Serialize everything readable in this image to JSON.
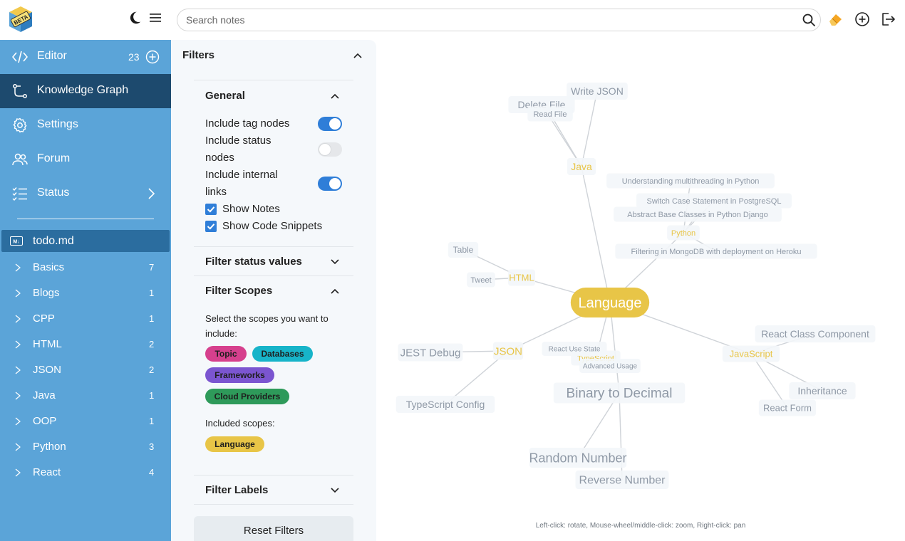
{
  "header": {
    "logo_text": "BETA",
    "search_placeholder": "Search notes"
  },
  "sidebar": {
    "nav": [
      {
        "label": "Editor",
        "count": "23"
      },
      {
        "label": "Knowledge Graph"
      },
      {
        "label": "Settings"
      },
      {
        "label": "Forum"
      },
      {
        "label": "Status"
      }
    ],
    "active_file": "todo.md",
    "folders": [
      {
        "label": "Basics",
        "count": "7"
      },
      {
        "label": "Blogs",
        "count": "1"
      },
      {
        "label": "CPP",
        "count": "1"
      },
      {
        "label": "HTML",
        "count": "2"
      },
      {
        "label": "JSON",
        "count": "2"
      },
      {
        "label": "Java",
        "count": "1"
      },
      {
        "label": "OOP",
        "count": "1"
      },
      {
        "label": "Python",
        "count": "3"
      },
      {
        "label": "React",
        "count": "4"
      }
    ]
  },
  "filters": {
    "title": "Filters",
    "general": {
      "title": "General",
      "tag_nodes": "Include tag nodes",
      "status_nodes_1": "Include status",
      "status_nodes_2": "nodes",
      "internal_links_1": "Include internal",
      "internal_links_2": "links",
      "show_notes": "Show Notes",
      "show_snippets": "Show Code Snippets"
    },
    "status_values_title": "Filter status values",
    "scopes": {
      "title": "Filter Scopes",
      "instruction": "Select the scopes you want to include:",
      "options": [
        "Topic",
        "Databases",
        "Frameworks",
        "Cloud Providers"
      ],
      "included_label": "Included scopes:",
      "included": [
        "Language"
      ]
    },
    "labels_title": "Filter Labels",
    "reset_label": "Reset Filters"
  },
  "colors": {
    "sidebar": "#5ba4d8",
    "sidebar_active": "#1d4a6e",
    "accent": "#2f7ed8",
    "pill_topic": "#d6408d",
    "pill_databases": "#17b4c9",
    "pill_frameworks": "#7b55d0",
    "pill_cloud": "#2e9a5a",
    "pill_language": "#e8c547",
    "tag_node_text": "#e8c547"
  },
  "graph": {
    "hint": "Left-click: rotate, Mouse-wheel/middle-click: zoom, Right-click: pan",
    "nodes": [
      {
        "label": "Language"
      },
      {
        "label": "Java"
      },
      {
        "label": "Write JSON"
      },
      {
        "label": "Delete File"
      },
      {
        "label": "Read File"
      },
      {
        "label": "Python"
      },
      {
        "label": "Understanding multithreading in Python"
      },
      {
        "label": "Switch Case Statement in PostgreSQL"
      },
      {
        "label": "Abstract Base Classes in Python Django"
      },
      {
        "label": "Filtering in MongoDB with deployment on Heroku"
      },
      {
        "label": "HTML"
      },
      {
        "label": "Table"
      },
      {
        "label": "Tweet"
      },
      {
        "label": "JSON"
      },
      {
        "label": "JEST Debug"
      },
      {
        "label": "TypeScript Config"
      },
      {
        "label": "TypeScript"
      },
      {
        "label": "React Use State"
      },
      {
        "label": "Advanced Usage"
      },
      {
        "label": "Binary to Decimal"
      },
      {
        "label": "Random Number"
      },
      {
        "label": "Reverse Number"
      },
      {
        "label": "JavaScript"
      },
      {
        "label": "React Class Component"
      },
      {
        "label": "Inheritance"
      },
      {
        "label": "React Form"
      }
    ]
  }
}
